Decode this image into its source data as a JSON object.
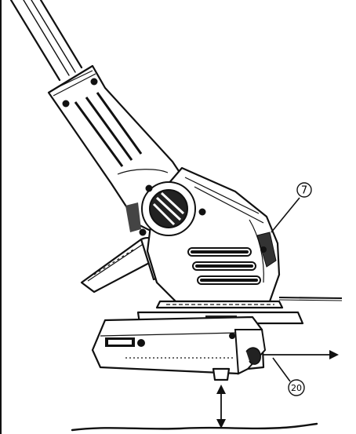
{
  "figure": {
    "callouts": [
      {
        "id": "7",
        "label": "⑦"
      },
      {
        "id": "20",
        "label": "⑳"
      }
    ]
  }
}
